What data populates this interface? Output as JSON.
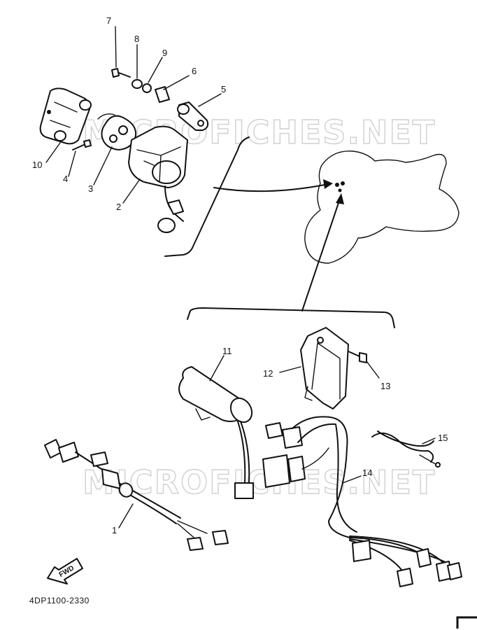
{
  "watermark": {
    "upper": "MICROFICHES.NET",
    "lower": "MICROFICHES.NET"
  },
  "callouts": {
    "p1": "1",
    "p2": "2",
    "p3": "3",
    "p4": "4",
    "p5": "5",
    "p6": "6",
    "p7": "7",
    "p8": "8",
    "p9": "9",
    "p10": "10",
    "p11": "11",
    "p12": "12",
    "p13": "13",
    "p14": "14",
    "p15": "15"
  },
  "direction_label": "FWD",
  "drawing_code": "4DP1100-2330"
}
